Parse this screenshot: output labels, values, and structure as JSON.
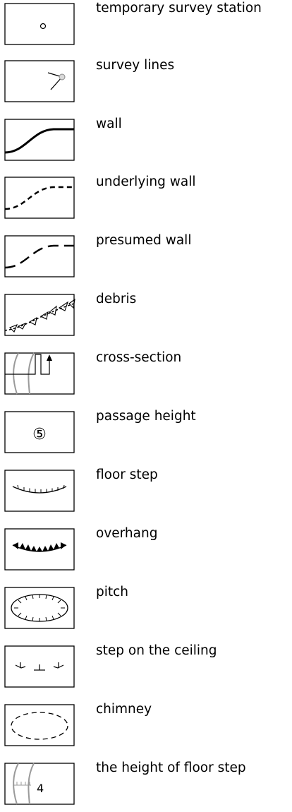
{
  "legend": {
    "items": [
      {
        "key": "temporary-survey-station",
        "label": "temporary survey station"
      },
      {
        "key": "survey-lines",
        "label": "survey lines"
      },
      {
        "key": "wall",
        "label": "wall"
      },
      {
        "key": "underlying-wall",
        "label": "underlying wall"
      },
      {
        "key": "presumed-wall",
        "label": "presumed wall"
      },
      {
        "key": "debris",
        "label": "debris"
      },
      {
        "key": "cross-section",
        "label": "cross-section"
      },
      {
        "key": "passage-height",
        "label": "passage height",
        "symbol_text": "⑤"
      },
      {
        "key": "floor-step",
        "label": "floor step"
      },
      {
        "key": "overhang",
        "label": "overhang"
      },
      {
        "key": "pitch",
        "label": "pitch"
      },
      {
        "key": "step-on-the-ceiling",
        "label": "step on the ceiling"
      },
      {
        "key": "chimney",
        "label": "chimney"
      },
      {
        "key": "the-height-of-floor-step",
        "label": "the height of floor step",
        "symbol_text": "4"
      }
    ]
  },
  "colors": {
    "line": "#000000",
    "survey_station_fill": "#d9d9d9",
    "section_grey": "#9a9a9a"
  }
}
